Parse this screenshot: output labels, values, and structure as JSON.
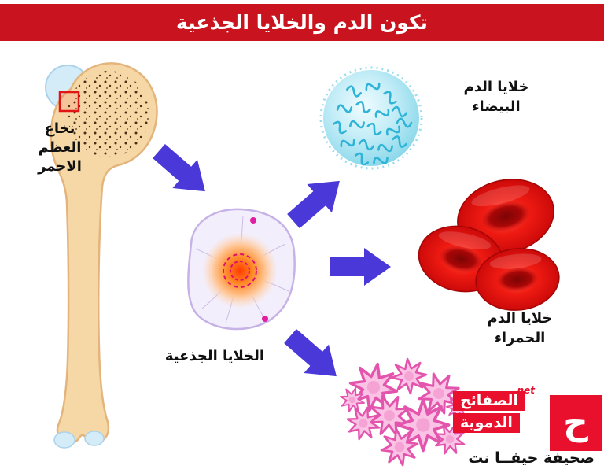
{
  "header": {
    "title": "تكون الدم والخلايا الجذعية"
  },
  "labels": {
    "bone_marrow": {
      "line1": "نخاع",
      "line2": "العظم",
      "line3": "الاحمر"
    },
    "stem_cells": "الخلايا الجذعية",
    "white_blood_cells": {
      "line1": "خلايا الدم",
      "line2": "البيضاء"
    },
    "red_blood_cells": {
      "line1": "خلايا الدم",
      "line2": "الحمراء"
    },
    "platelets": {
      "line1": "الصفائح",
      "line2": "الدموية"
    }
  },
  "watermark": {
    "net": "net",
    "logo_letter": "ح",
    "caption": "صحيفة حيفــا نت"
  },
  "icons": {
    "femur_bone": "femur-bone-illustration",
    "stem_cell": "stem-cell-illustration",
    "white_blood_cell": "white-blood-cell-illustration",
    "red_blood_cells": "red-blood-cells-illustration",
    "platelets": "platelets-illustration",
    "arrows": "thick-blue-arrow"
  },
  "colors": {
    "header_bg": "#c9131f",
    "arrow": "#4a39d8",
    "bone_fill": "#f6d8a7",
    "cartilage": "#d4ebf8",
    "wbc_fill": "#a9e2f1",
    "rbc_fill": "#e31414",
    "platelet_fill": "#fac2e4",
    "platelet_stroke": "#e355ad",
    "label_red_bg": "#e8102c",
    "text": "#111111"
  }
}
